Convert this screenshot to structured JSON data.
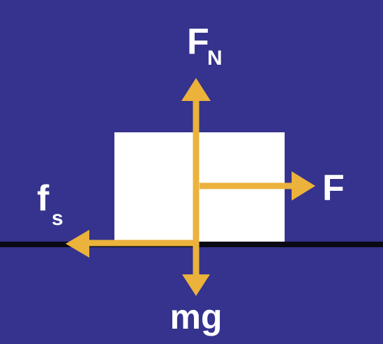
{
  "colors": {
    "background": "#35338e",
    "block": "#ffffff",
    "ground": "#0a0a14",
    "arrow": "#ebb23c",
    "label": "#ffffff"
  },
  "labels": {
    "normal_force": {
      "main": "F",
      "subscript": "N"
    },
    "applied_force": {
      "main": "F"
    },
    "static_friction": {
      "main": "f",
      "subscript": "s"
    },
    "weight": {
      "main": "mg"
    }
  }
}
